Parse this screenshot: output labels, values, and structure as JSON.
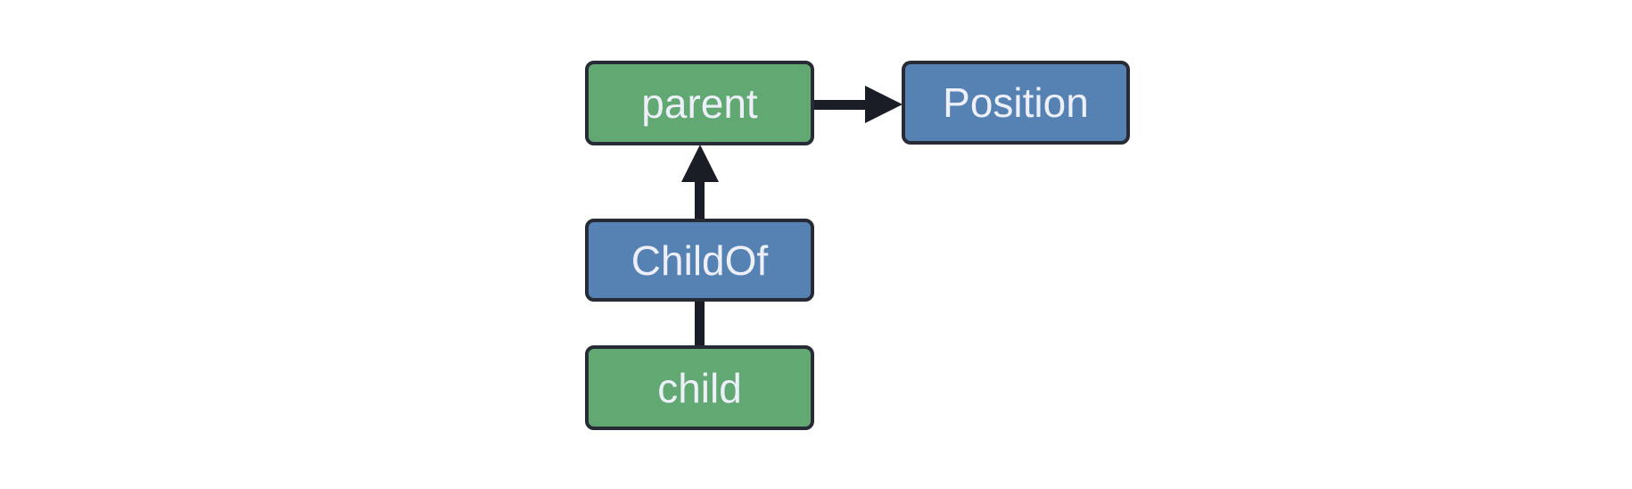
{
  "colors": {
    "canvas-bg": "#ffffff",
    "node-green": "#61a873",
    "node-blue": "#5681b3",
    "node-border": "#262b36",
    "node-text": "#edeff9",
    "edge": "#1a1d25"
  },
  "diagram": {
    "nodes": [
      {
        "id": "parent",
        "label": "parent",
        "fill": "green"
      },
      {
        "id": "Position",
        "label": "Position",
        "fill": "blue"
      },
      {
        "id": "ChildOf",
        "label": "ChildOf",
        "fill": "blue"
      },
      {
        "id": "child",
        "label": "child",
        "fill": "green"
      }
    ],
    "edges": [
      {
        "from": "parent",
        "to": "Position",
        "arrowhead": true,
        "direction": "right"
      },
      {
        "from": "ChildOf",
        "to": "parent",
        "arrowhead": true,
        "direction": "up"
      },
      {
        "from": "child",
        "to": "ChildOf",
        "arrowhead": false,
        "direction": "up"
      }
    ]
  }
}
